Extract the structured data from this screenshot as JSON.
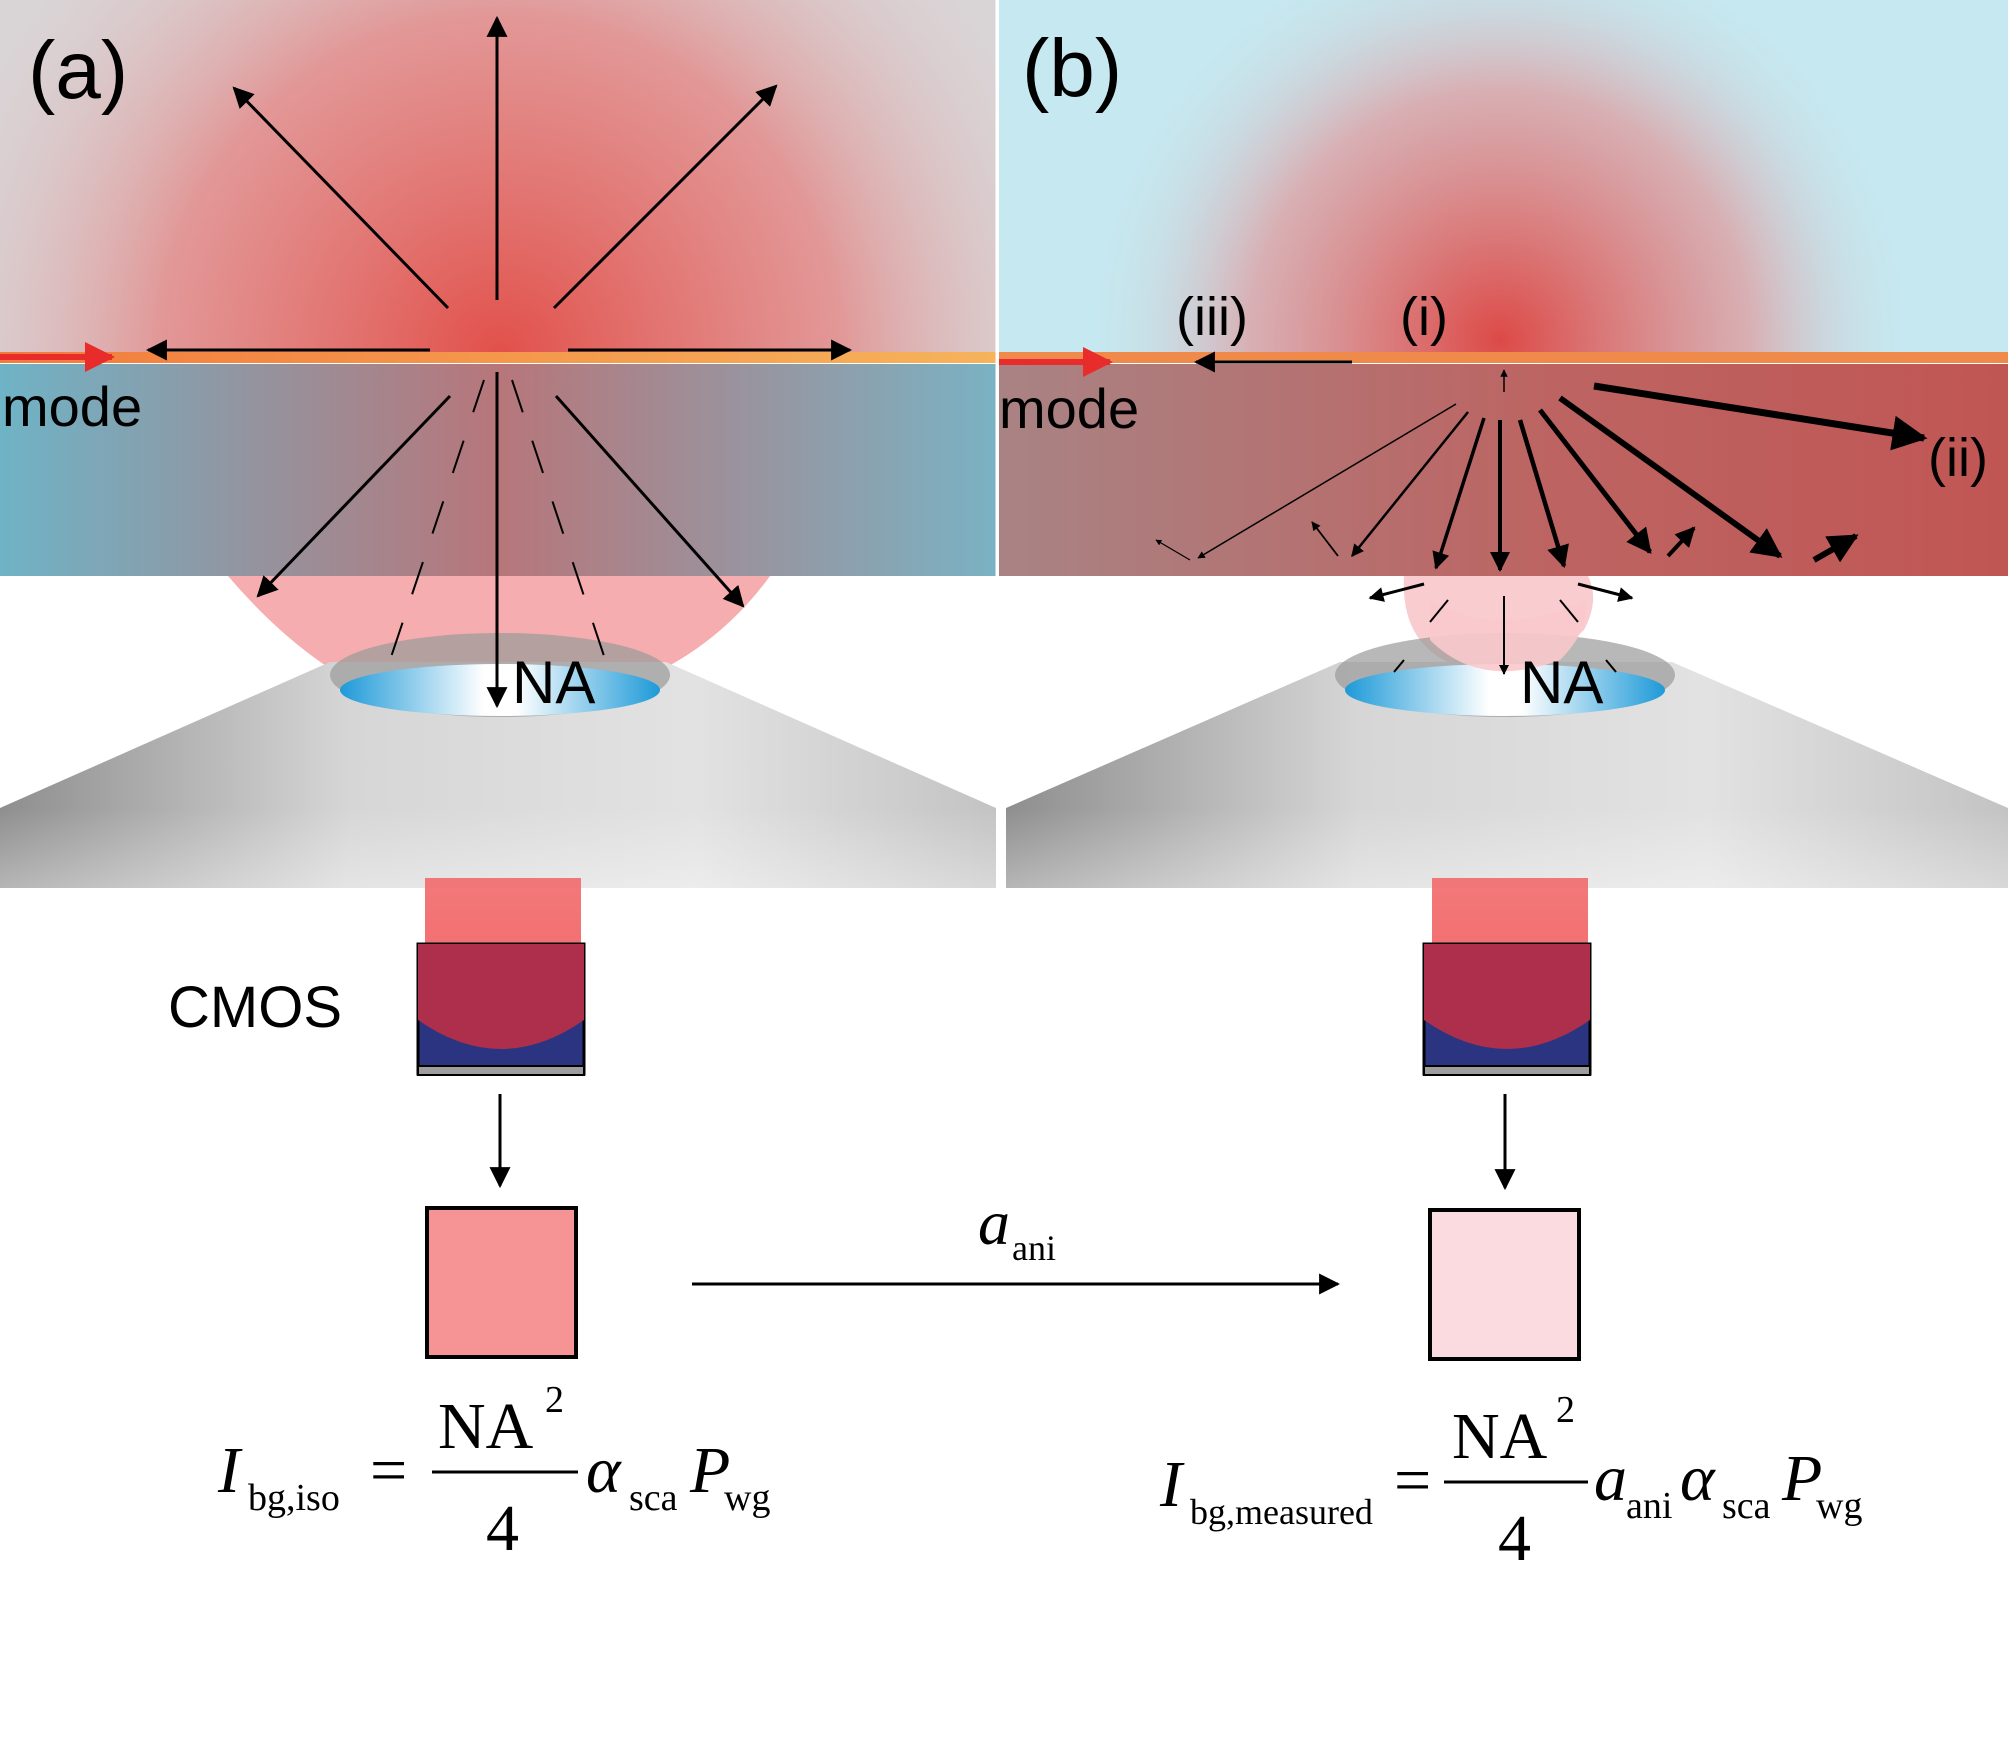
{
  "panel_a": {
    "label": "(a)",
    "mode_label": "mode",
    "na_label": "NA",
    "detector_label": "CMOS",
    "formula": {
      "lhs_symbol": "I",
      "lhs_subscript": "bg,iso",
      "equals": "=",
      "numerator": "NA",
      "numerator_sup": "2",
      "denominator": "4",
      "alpha": "α",
      "alpha_sub": "sca",
      "p": "P",
      "p_sub": "wg"
    }
  },
  "panel_b": {
    "label": "(b)",
    "mode_label": "mode",
    "na_label": "NA",
    "scatter_labels": {
      "i": "(i)",
      "ii": "(ii)",
      "iii": "(iii)"
    },
    "formula": {
      "lhs_symbol": "I",
      "lhs_subscript": "bg,measured",
      "equals": "=",
      "numerator": "NA",
      "numerator_sup": "2",
      "denominator": "4",
      "a": "a",
      "a_sub": "ani",
      "alpha": "α",
      "alpha_sub": "sca",
      "p": "P",
      "p_sub": "wg"
    }
  },
  "transfer": {
    "symbol": "a",
    "subscript": "ani"
  },
  "colors": {
    "upper_medium_a": "#d9d5d7",
    "upper_medium_b": "#c6e8f0",
    "scatter_glow": "#e2504a",
    "waveguide_layer": "#ee8a45",
    "substrate": "#7ab4c4",
    "substrate_b": "#bd5a58",
    "objective_gray": "#b8b8b8",
    "sensor_navy": "#2b3480",
    "sensor_red": "#ad2f4b",
    "beam_red": "#f26a6b",
    "pixel_iso": "#f69394",
    "pixel_measured": "#fbdbdf",
    "mode_arrow": "#e82c2c",
    "immersion_blue": "#1e9ad8"
  }
}
